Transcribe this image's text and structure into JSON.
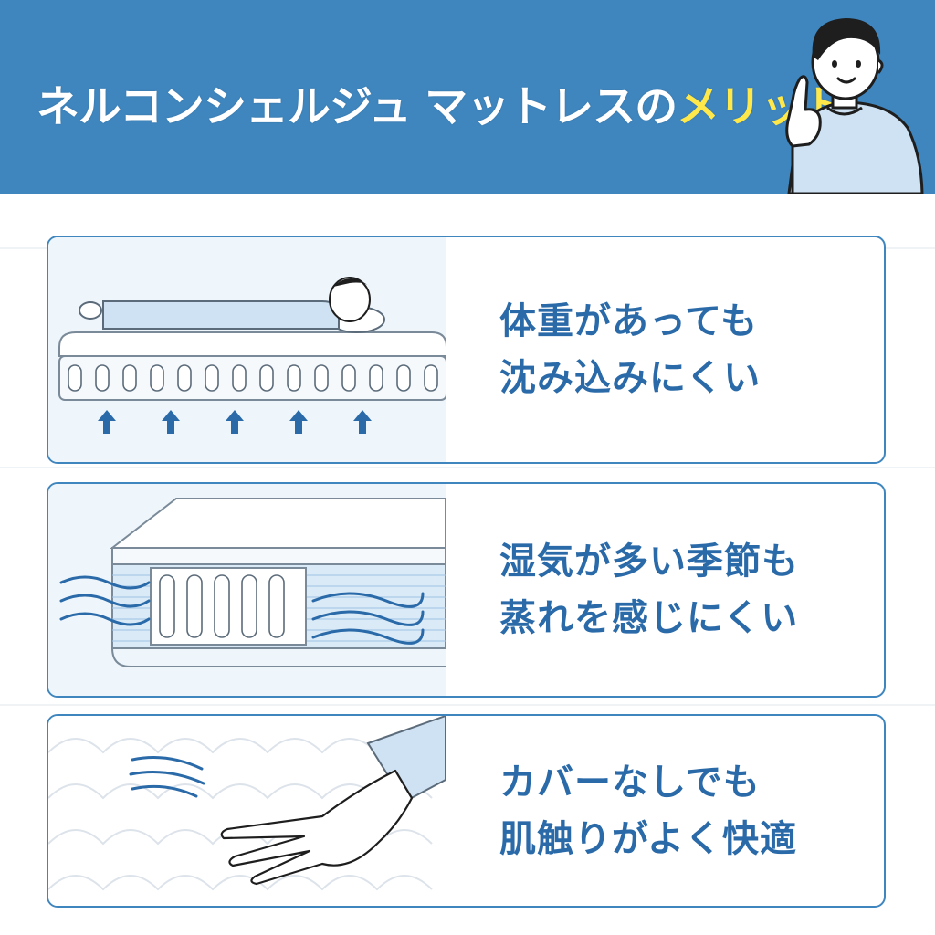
{
  "header": {
    "title_main": "ネルコンシェルジュ マットレスの",
    "title_highlight": "メリット"
  },
  "merits": [
    {
      "line1": "体重があっても",
      "line2": "沈み込みにくい",
      "illustration": "person-on-mattress-icon"
    },
    {
      "line1": "湿気が多い季節も",
      "line2": "蒸れを感じにくい",
      "illustration": "breathable-mattress-icon"
    },
    {
      "line1": "カバーなしでも",
      "line2": "肌触りがよく快適",
      "illustration": "hand-touch-icon"
    }
  ],
  "colors": {
    "brand_blue": "#3f86bf",
    "text_blue": "#2a6aa8",
    "highlight_yellow": "#ffe84a",
    "panel_bg": "#eef6fc"
  }
}
